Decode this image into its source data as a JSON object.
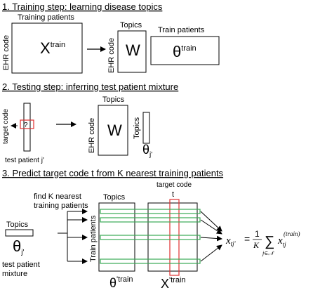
{
  "step1": {
    "title": "1. Training step: learning disease topics",
    "matrix_x_top_label": "Training patients",
    "matrix_x_side_label": "EHR code",
    "matrix_x_main": "X",
    "matrix_x_sup": "train",
    "matrix_w_top_label": "Topics",
    "matrix_w_side_label": "EHR code",
    "matrix_w_main": "W",
    "matrix_theta_top_label": "Train patients",
    "matrix_theta_main": "θ",
    "matrix_theta_sup": "train"
  },
  "step2": {
    "title": "2. Testing step: inferring test patient mixture",
    "target_code_label": "target code",
    "unknown_mark": "?",
    "test_patient_label": "test patient j'",
    "matrix_w_top_label": "Topics",
    "matrix_w_side_label": "EHR code",
    "matrix_w_main": "W",
    "vector_side_label": "Topics",
    "theta_main": "θ",
    "theta_sub": "j'"
  },
  "step3": {
    "title": "3. Predict target code t from K nearest training patients",
    "test_topics_label": "Topics",
    "test_theta_main": "θ",
    "test_theta_sub": "j'",
    "test_caption_line1": "test patient",
    "test_caption_line2": "mixture",
    "find_line1": "find K nearest",
    "find_line2": "training patients",
    "theta_top_label": "Topics",
    "theta_side_label": "Train patients",
    "theta_main": "θ",
    "theta_sup": "'train",
    "x_top_label": "target code",
    "x_t_label": "t",
    "x_main": "X",
    "x_sup": "'train",
    "formula": {
      "lhs_var": "x",
      "lhs_sub": "tj'",
      "equals": "=",
      "numerator": "1",
      "denominator": "K",
      "sum": "∑",
      "sum_sub": "j∈𝒩",
      "rhs_var": "x",
      "rhs_sub": "tj",
      "rhs_sup": "(train)"
    }
  },
  "colors": {
    "highlight_red": "#e03030",
    "highlight_green": "#3aaa55",
    "ink": "#000000"
  }
}
